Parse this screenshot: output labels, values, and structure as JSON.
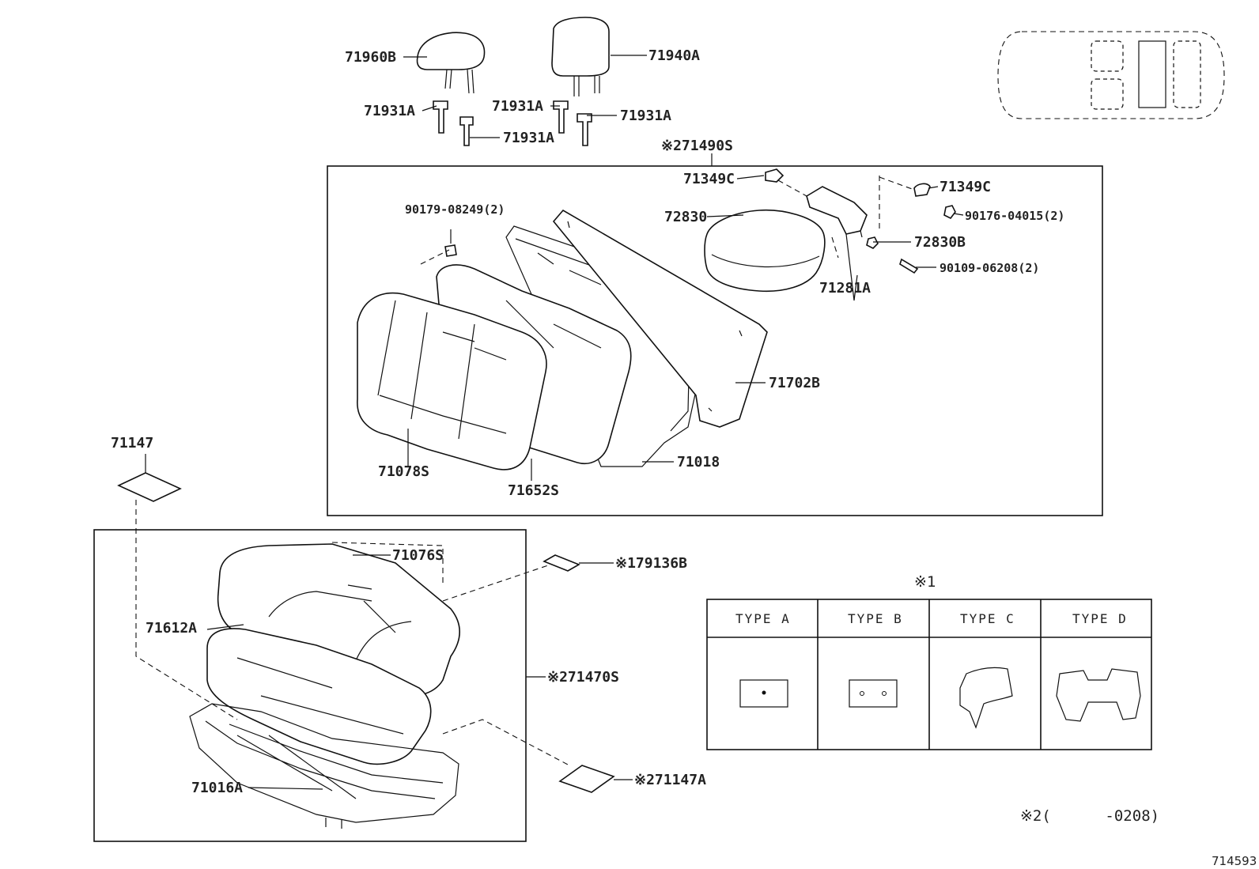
{
  "labels": {
    "p71960B": "71960B",
    "p71940A": "71940A",
    "p71931A_1": "71931A",
    "p71931A_2": "71931A",
    "p71931A_3": "71931A",
    "p71931A_4": "71931A",
    "p71490S": "※271490S",
    "p71349C_1": "71349C",
    "p71349C_2": "71349C",
    "p90179": "90179-08249(2)",
    "p90176": "90176-04015(2)",
    "p72830": "72830",
    "p72830B": "72830B",
    "p90109": "90109-06208(2)",
    "p71281A": "71281A",
    "p71702B": "71702B",
    "p71018": "71018",
    "p71078S": "71078S",
    "p71652S": "71652S",
    "p71147": "71147",
    "p71076S": "71076S",
    "p79136B": "※179136B",
    "p71612A": "71612A",
    "p71470S": "※271470S",
    "p71016A": "71016A",
    "p71147A": "※271147A"
  },
  "type_table": {
    "note_mark": "※1",
    "headers": [
      "TYPE A",
      "TYPE B",
      "TYPE C",
      "TYPE D"
    ]
  },
  "footnote": "※2(      -0208)",
  "diagram_id": "714593"
}
